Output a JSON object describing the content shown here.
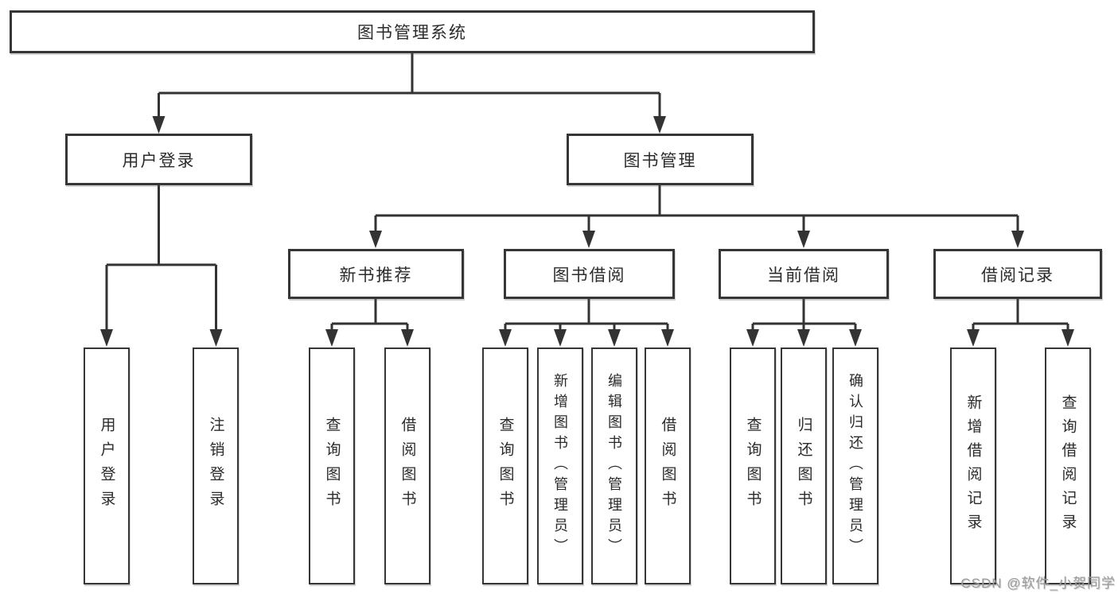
{
  "diagram": {
    "root": {
      "label": "图书管理系统"
    },
    "level2": [
      {
        "id": "user-login",
        "label": "用户登录"
      },
      {
        "id": "book-management",
        "label": "图书管理"
      }
    ],
    "level3": [
      {
        "id": "new-book-recommendation",
        "label": "新书推荐"
      },
      {
        "id": "book-borrowing",
        "label": "图书借阅"
      },
      {
        "id": "current-borrowing",
        "label": "当前借阅"
      },
      {
        "id": "borrowing-records",
        "label": "借阅记录"
      }
    ],
    "leaves": [
      {
        "parent": "user-login",
        "label": "用户登录"
      },
      {
        "parent": "user-login",
        "label": "注销登录"
      },
      {
        "parent": "new-book-recommendation",
        "label": "查询图书"
      },
      {
        "parent": "new-book-recommendation",
        "label": "借阅图书"
      },
      {
        "parent": "book-borrowing",
        "label": "查询图书"
      },
      {
        "parent": "book-borrowing",
        "label": "新增图书（管理员）"
      },
      {
        "parent": "book-borrowing",
        "label": "编辑图书（管理员）"
      },
      {
        "parent": "book-borrowing",
        "label": "借阅图书"
      },
      {
        "parent": "current-borrowing",
        "label": "查询图书"
      },
      {
        "parent": "current-borrowing",
        "label": "归还图书"
      },
      {
        "parent": "current-borrowing",
        "label": "确认归还（管理员）"
      },
      {
        "parent": "borrowing-records",
        "label": "新增借阅记录"
      },
      {
        "parent": "borrowing-records",
        "label": "查询借阅记录"
      }
    ]
  },
  "watermark": {
    "text": "CSDN @软件_小贺同学"
  },
  "colors": {
    "line": "#333333",
    "box_border": "#363636",
    "box_fill": "#ffffff",
    "text": "#2b2b2b",
    "watermark": "#9c9c9c",
    "background": "#ffffff"
  }
}
